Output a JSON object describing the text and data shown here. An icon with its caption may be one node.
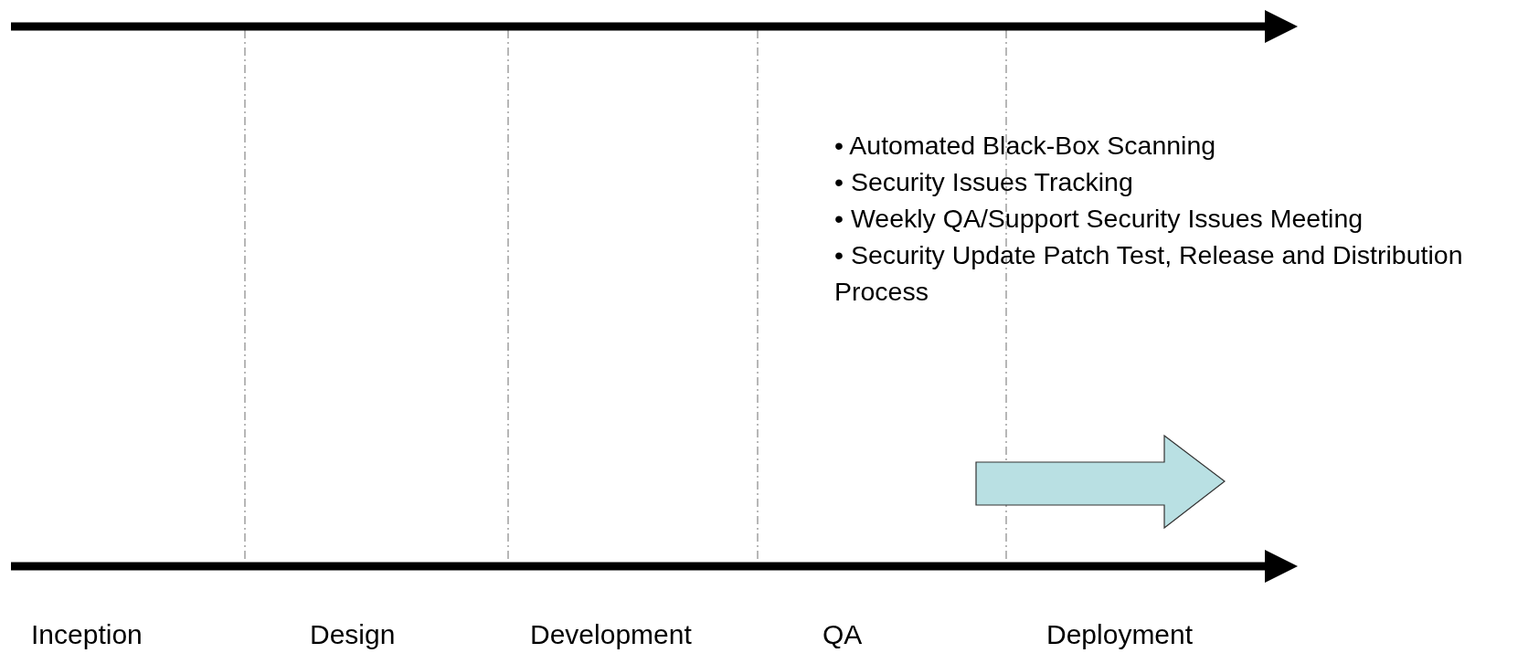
{
  "diagram": {
    "labels": [
      "• Automated Black-Box Scanning",
      "• Security Issues Tracking",
      "• Weekly QA/Support Security Issues Meeting",
      "• Security Update Patch Test, Release and Distribution Process",
      "Inception",
      "Design",
      "Development",
      "QA",
      "Deployment"
    ]
  }
}
